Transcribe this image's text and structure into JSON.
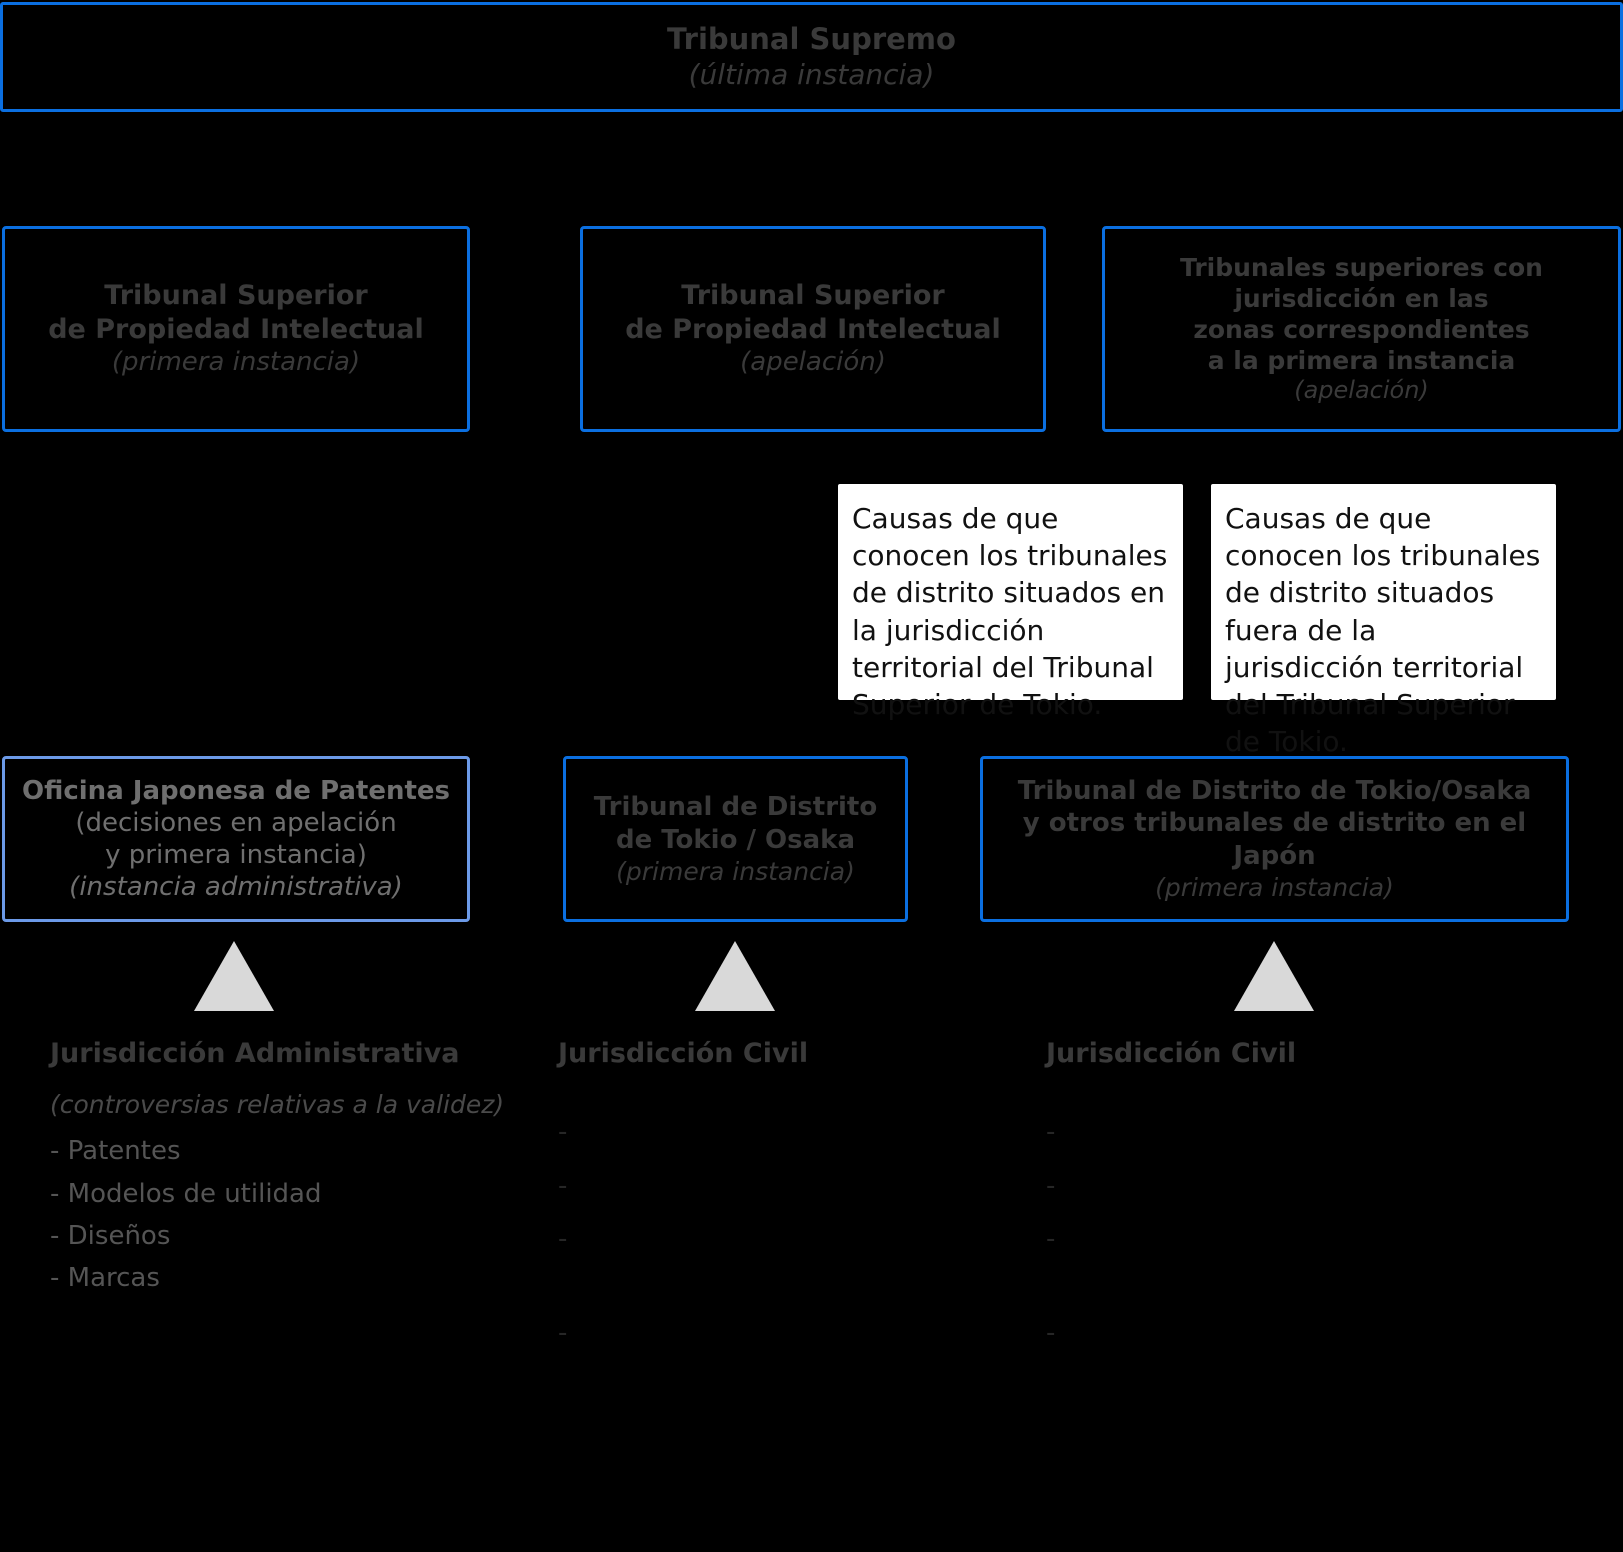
{
  "theme": {
    "background": "#000000",
    "box_border": "#0b6fe0",
    "box_border_light": "#6c9ae8",
    "box_text": "#3a3a3a",
    "callout_bg": "#ffffff",
    "callout_text": "#111111",
    "triangle": "#d9d9d9"
  },
  "boxes": {
    "supreme": {
      "title": "Tribunal Supremo",
      "sub": "(última instancia)"
    },
    "ip_high_first": {
      "title_line1": "Tribunal Superior",
      "title_line2": "de Propiedad Intelectual",
      "sub": "(primera instancia)"
    },
    "ip_high_appeal": {
      "title_line1": "Tribunal Superior",
      "title_line2": "de Propiedad Intelectual",
      "sub": "(apelación)"
    },
    "regional_high": {
      "title_line1": "Tribunales superiores con",
      "title_line2": "jurisdicción en las",
      "title_line3": "zonas correspondientes",
      "title_line4": "a la primera instancia",
      "sub": "(apelación)"
    },
    "jpo": {
      "title": "Oficina Japonesa de Patentes",
      "sub_plain_line1": "(decisiones en apelación",
      "sub_plain_line2": "y primera instancia)",
      "sub": "(instancia administrativa)"
    },
    "district_tokyo_osaka": {
      "title_line1": "Tribunal de Distrito",
      "title_line2": "de Tokio / Osaka",
      "sub": "(primera instancia)"
    },
    "district_all_japan": {
      "title_line1": "Tribunal de Distrito de Tokio/Osaka",
      "title_line2": "y otros tribunales de distrito en el Japón",
      "sub": "(primera instancia)"
    }
  },
  "callouts": {
    "inside_tokyo": "Causas de que conocen los tribunales de distrito situados en la jurisdicción territorial del Tribunal Superior de Tokio.",
    "outside_tokyo": "Causas de que conocen los tribunales de distrito situados fuera de la jurisdicción territorial del Tribunal Superior de Tokio."
  },
  "jurisdictions": [
    {
      "title": "Jurisdicción Administrativa",
      "subtitle": "(controversias relativas a la validez)",
      "items": [
        "Patentes",
        "Modelos de utilidad",
        "Diseños",
        "Marcas"
      ],
      "dash": "-"
    },
    {
      "title": "Jurisdicción Civil",
      "subtitle": "",
      "items": [
        "",
        "",
        "",
        ""
      ],
      "dash": "-"
    },
    {
      "title": "Jurisdicción Civil",
      "subtitle": "",
      "items": [
        "",
        "",
        "",
        ""
      ],
      "dash": "-"
    }
  ]
}
